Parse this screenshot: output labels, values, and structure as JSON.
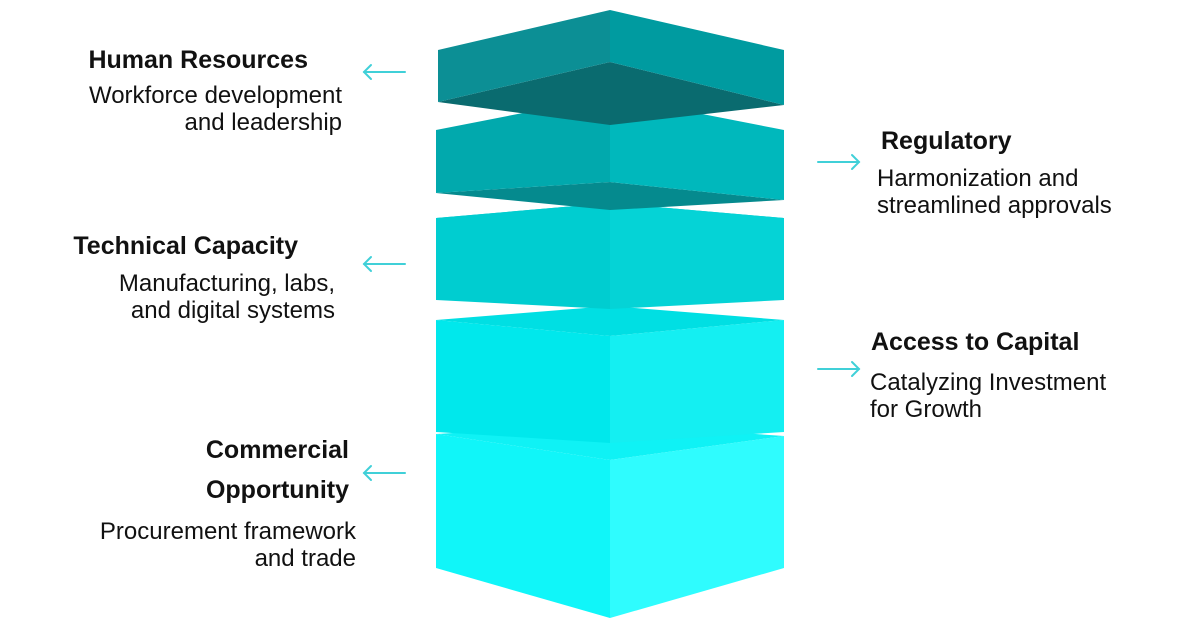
{
  "colors": {
    "arrow": "#40d0d8",
    "text": "#111111",
    "tier1_top": "#0c8f95",
    "tier1_side": "#009ba0",
    "tier1_under": "#0a6b6f",
    "tier2": "#00b8bc",
    "tier3": "#00cfd2",
    "tier4": "#00e8ec",
    "tier5": "#12fbfe"
  },
  "pillars": [
    {
      "side": "left",
      "title": "Human Resources",
      "description": "Workforce development\nand leadership",
      "arrow_icon": "arrow-left-icon"
    },
    {
      "side": "right",
      "title": "Regulatory",
      "description": "Harmonization and\nstreamlined approvals",
      "arrow_icon": "arrow-right-icon"
    },
    {
      "side": "left",
      "title": "Technical Capacity",
      "description": "Manufacturing, labs,\nand digital systems",
      "arrow_icon": "arrow-left-icon"
    },
    {
      "side": "right",
      "title": "Access to Capital",
      "description": "Catalyzing Investment\nfor Growth",
      "arrow_icon": "arrow-right-icon"
    },
    {
      "side": "left",
      "title": "Commercial\nOpportunity",
      "description": "Procurement framework\nand trade",
      "arrow_icon": "arrow-left-icon"
    }
  ]
}
